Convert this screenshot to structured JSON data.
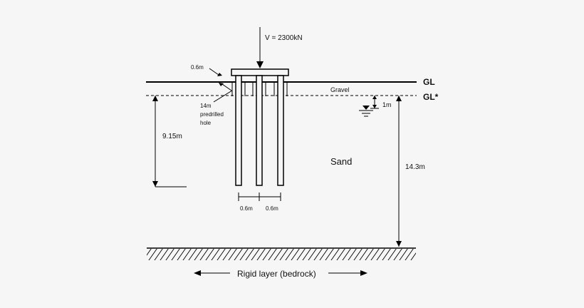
{
  "labels": {
    "load": "V = 2300kN",
    "gl": "GL",
    "gl_star": "GL*",
    "gravel": "Gravel",
    "cap_offset": "0.6m",
    "hole_line1": "14m",
    "hole_line2": "predrilled",
    "hole_line3": "hole",
    "water_depth": "1m",
    "pile_length": "9.15m",
    "sand": "Sand",
    "layer_depth": "14.3m",
    "spacing_left": "0.6m",
    "spacing_right": "0.6m",
    "bedrock": "Rigid layer (bedrock)"
  }
}
